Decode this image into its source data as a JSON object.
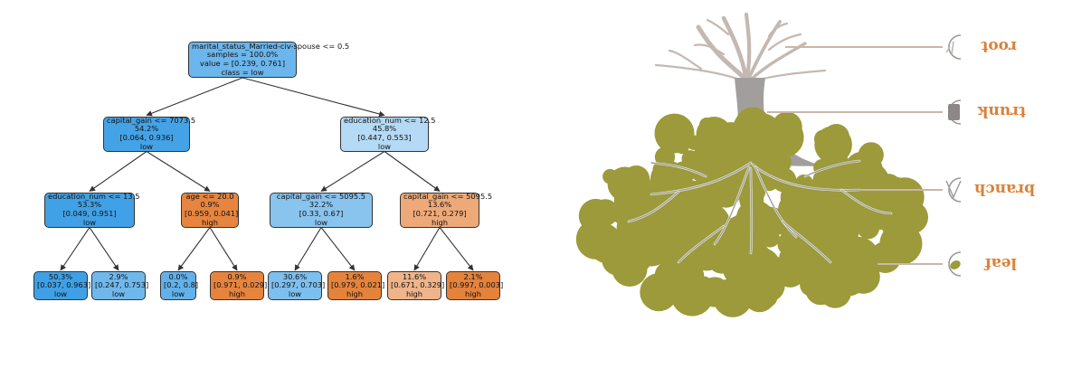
{
  "tree": {
    "colors": {
      "low_strong": "#399de5",
      "high_strong": "#e58139",
      "edge": "#333333",
      "border": "#333333"
    },
    "nodes": [
      {
        "id": "root",
        "lines": [
          "marital_status_Married-civ-spouse <= 0.5",
          "samples = 100.0%",
          "value = [0.239, 0.761]",
          "class = low"
        ],
        "cls": "low",
        "purity": 0.69,
        "parent": null
      },
      {
        "id": "n1",
        "lines": [
          "capital_gain <= 7073.5",
          "54.2%",
          "[0.064, 0.936]",
          "low"
        ],
        "cls": "low",
        "purity": 0.93,
        "parent": "root"
      },
      {
        "id": "n2",
        "lines": [
          "education_num <= 12.5",
          "45.8%",
          "[0.447, 0.553]",
          "low"
        ],
        "cls": "low",
        "purity": 0.24,
        "parent": "root"
      },
      {
        "id": "n3",
        "lines": [
          "education_num <= 13.5",
          "53.3%",
          "[0.049, 0.951]",
          "low"
        ],
        "cls": "low",
        "purity": 0.95,
        "parent": "n1"
      },
      {
        "id": "n4",
        "lines": [
          "age <= 20.0",
          "0.9%",
          "[0.959, 0.041]",
          "high"
        ],
        "cls": "high",
        "purity": 0.96,
        "parent": "n1"
      },
      {
        "id": "n5",
        "lines": [
          "capital_gain <= 5095.5",
          "32.2%",
          "[0.33, 0.67]",
          "low"
        ],
        "cls": "low",
        "purity": 0.51,
        "parent": "n2"
      },
      {
        "id": "n6",
        "lines": [
          "capital_gain <= 5095.5",
          "13.6%",
          "[0.721, 0.279]",
          "high"
        ],
        "cls": "high",
        "purity": 0.61,
        "parent": "n2"
      },
      {
        "id": "n7",
        "lines": [
          "50.3%",
          "[0.037, 0.963]",
          "low"
        ],
        "cls": "low",
        "purity": 0.96,
        "parent": "n3"
      },
      {
        "id": "n8",
        "lines": [
          "2.9%",
          "[0.247, 0.753]",
          "low"
        ],
        "cls": "low",
        "purity": 0.67,
        "parent": "n3"
      },
      {
        "id": "n9",
        "lines": [
          "0.0%",
          "[0.2, 0.8]",
          "low"
        ],
        "cls": "low",
        "purity": 0.75,
        "parent": "n4"
      },
      {
        "id": "n10",
        "lines": [
          "0.9%",
          "[0.971, 0.029]",
          "high"
        ],
        "cls": "high",
        "purity": 0.97,
        "parent": "n4"
      },
      {
        "id": "n11",
        "lines": [
          "30.6%",
          "[0.297, 0.703]",
          "low"
        ],
        "cls": "low",
        "purity": 0.58,
        "parent": "n5"
      },
      {
        "id": "n12",
        "lines": [
          "1.6%",
          "[0.979, 0.021]",
          "high"
        ],
        "cls": "high",
        "purity": 0.98,
        "parent": "n5"
      },
      {
        "id": "n13",
        "lines": [
          "11.6%",
          "[0.671, 0.329]",
          "high"
        ],
        "cls": "high",
        "purity": 0.51,
        "parent": "n6"
      },
      {
        "id": "n14",
        "lines": [
          "2.1%",
          "[0.997, 0.003]",
          "high"
        ],
        "cls": "high",
        "purity": 0.99,
        "parent": "n6"
      }
    ]
  },
  "analogy": {
    "colors": {
      "label": "#d9823a",
      "foliage": "#9c9a3a",
      "wood": "#a39e9e",
      "leader": "#c9b6a8",
      "root_wood": "#c4b8b2"
    },
    "labels": [
      {
        "id": "root",
        "text": "root",
        "icon": "root-icon"
      },
      {
        "id": "trunk",
        "text": "trunk",
        "icon": "trunk-icon"
      },
      {
        "id": "branch",
        "text": "branch",
        "icon": "branch-icon"
      },
      {
        "id": "leaf",
        "text": "leaf",
        "icon": "leaf-icon"
      }
    ]
  }
}
